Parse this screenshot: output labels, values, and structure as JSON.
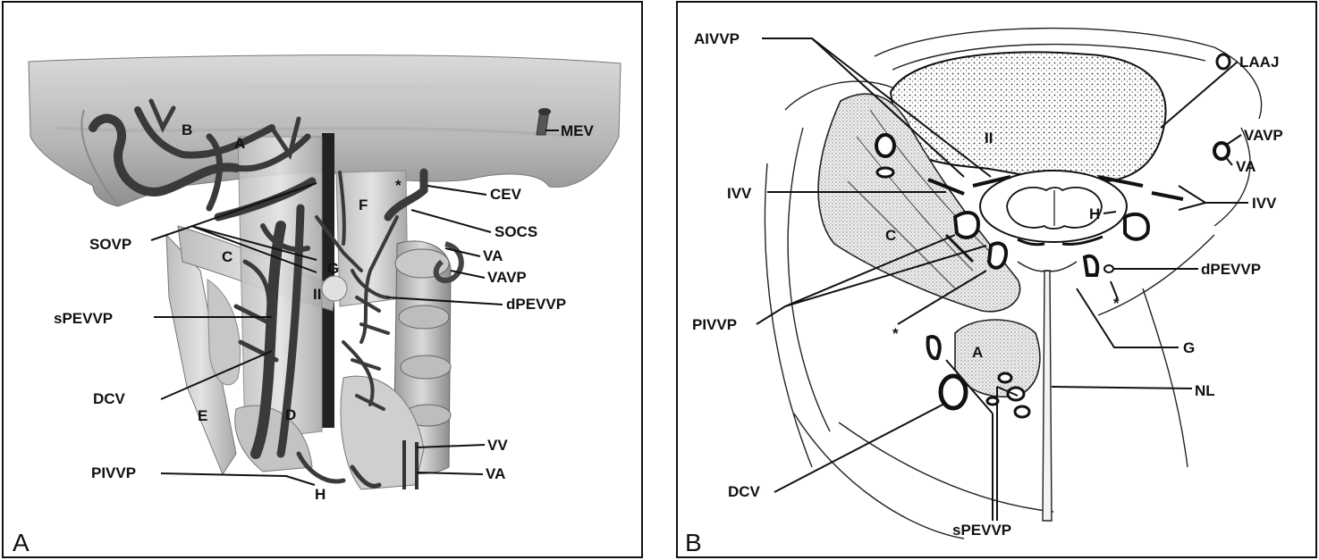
{
  "panel_a": {
    "letter": "A",
    "labels": {
      "B": "B",
      "A": "A",
      "MEV": "MEV",
      "F": "F",
      "CEV": "CEV",
      "SOVP": "SOVP",
      "SOCS": "SOCS",
      "VA_1": "VA",
      "C": "C",
      "G": "G",
      "VAVP": "VAVP",
      "II": "II",
      "dPEVVP": "dPEVVP",
      "sPEVVP": "sPEVVP",
      "DCV": "DCV",
      "E": "E",
      "D": "D",
      "VV": "VV",
      "PIVVP": "PIVVP",
      "VA_2": "VA",
      "H": "H",
      "star": "*"
    }
  },
  "panel_b": {
    "letter": "B",
    "labels": {
      "AIVVP": "AIVVP",
      "LAAJ": "LAAJ",
      "II": "II",
      "VAVP": "VAVP",
      "VA": "VA",
      "IVV_left": "IVV",
      "IVV_right": "IVV",
      "H": "H",
      "C": "C",
      "dPEVVP": "dPEVVP",
      "PIVVP": "PIVVP",
      "star_1": "*",
      "star_2": "*",
      "A": "A",
      "G": "G",
      "NL": "NL",
      "DCV": "DCV",
      "sPEVVP": "sPEVVP"
    }
  }
}
